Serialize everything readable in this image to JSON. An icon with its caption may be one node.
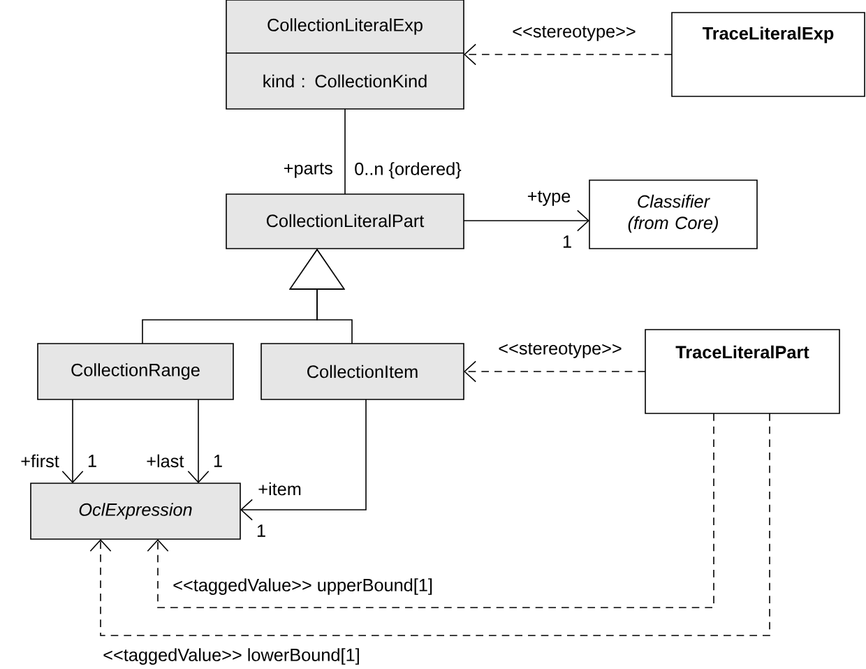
{
  "diagram": {
    "nodes": [
      {
        "text": [
          "CollectionLiteralExp",
          "kind : CollectionKind"
        ]
      },
      {
        "text": [
          "TraceLiteralExp"
        ]
      },
      {
        "text": [
          "CollectionLiteralPart"
        ]
      },
      {
        "text": [
          "Classifier (from Core)"
        ]
      },
      {
        "text": [
          "CollectionRange"
        ]
      },
      {
        "text": [
          "CollectionItem"
        ]
      },
      {
        "text": [
          "TraceLiteralPart"
        ]
      },
      {
        "text": [
          "OclExpression"
        ]
      }
    ],
    "edges": [
      {
        "from": 1,
        "to": 0,
        "arrow": "to",
        "style": "dashed",
        "label": "<<stereotype>>"
      },
      {
        "from": 0,
        "to": 2,
        "arrow": "none"
      },
      {
        "from": 2,
        "to": 3,
        "arrow": "to",
        "label": "+type"
      },
      {
        "from": 4,
        "to": 2,
        "arrow": "to"
      },
      {
        "from": 5,
        "to": 2,
        "arrow": "to"
      },
      {
        "from": 4,
        "to": 7,
        "arrow": "to"
      },
      {
        "from": 4,
        "to": 7,
        "arrow": "to"
      },
      {
        "from": 5,
        "to": 7,
        "arrow": "to"
      },
      {
        "from": 6,
        "to": 5,
        "arrow": "to",
        "style": "dashed",
        "label": "<<stereotype>>"
      },
      {
        "from": 6,
        "to": 7,
        "arrow": "to",
        "style": "dashed",
        "label": "<<taggedValue>> upperBound[1]"
      },
      {
        "from": 6,
        "to": 7,
        "arrow": "to",
        "style": "dashed",
        "label": "<<taggedValue>> lowerBound[1]"
      }
    ],
    "labels": [
      "+parts",
      "0..n {ordered}",
      "1",
      "+first",
      "1",
      "+last",
      "1",
      "+item",
      "1"
    ]
  }
}
